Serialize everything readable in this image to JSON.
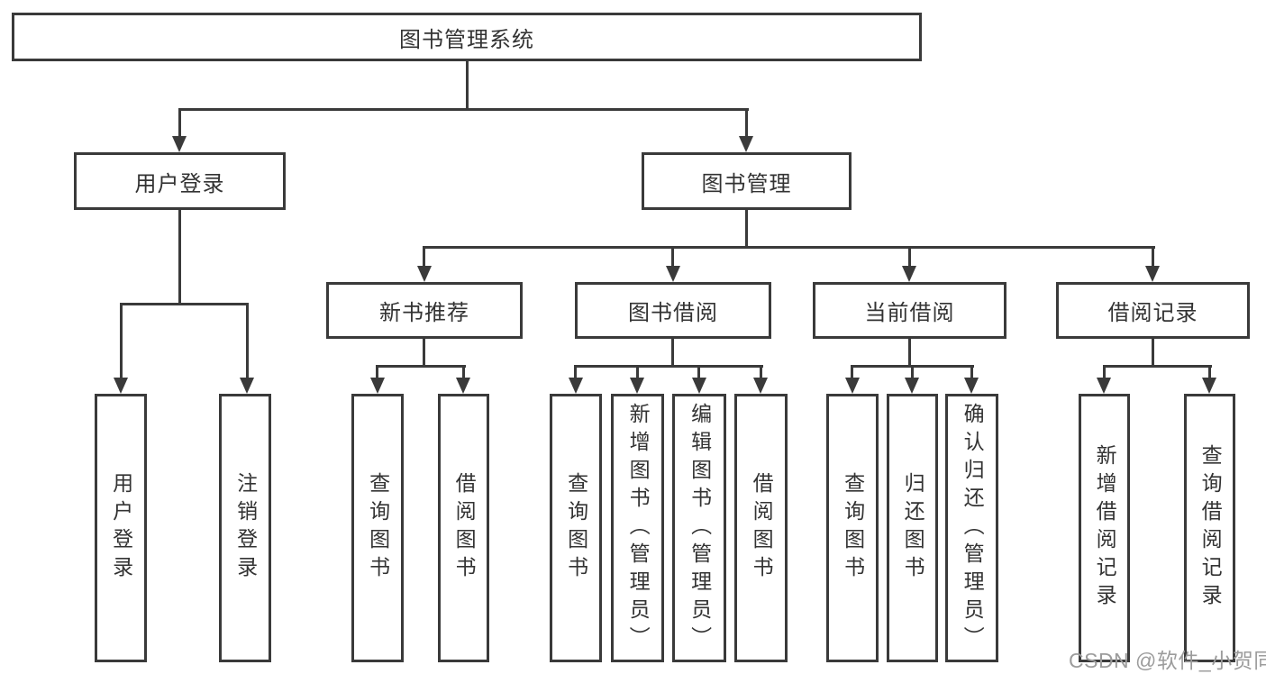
{
  "tree": {
    "label": "图书管理系统",
    "children": [
      {
        "label": "用户登录",
        "children": [
          {
            "label": "用户登录"
          },
          {
            "label": "注销登录"
          }
        ]
      },
      {
        "label": "图书管理",
        "children": [
          {
            "label": "新书推荐",
            "children": [
              {
                "label": "查询图书"
              },
              {
                "label": "借阅图书"
              }
            ]
          },
          {
            "label": "图书借阅",
            "children": [
              {
                "label": "查询图书"
              },
              {
                "label": "新增图书（管理员）"
              },
              {
                "label": "编辑图书（管理员）"
              },
              {
                "label": "借阅图书"
              }
            ]
          },
          {
            "label": "当前借阅",
            "children": [
              {
                "label": "查询图书"
              },
              {
                "label": "归还图书"
              },
              {
                "label": "确认归还（管理员）"
              }
            ]
          },
          {
            "label": "借阅记录",
            "children": [
              {
                "label": "新增借阅记录"
              },
              {
                "label": "查询借阅记录"
              }
            ]
          }
        ]
      }
    ]
  },
  "watermark": {
    "text": "CSDN @软件_小贺同学"
  },
  "colors": {
    "line": "#3a3a3a",
    "text": "#333333",
    "watermark_gray": "#9c9c9c",
    "background": "#ffffff"
  }
}
